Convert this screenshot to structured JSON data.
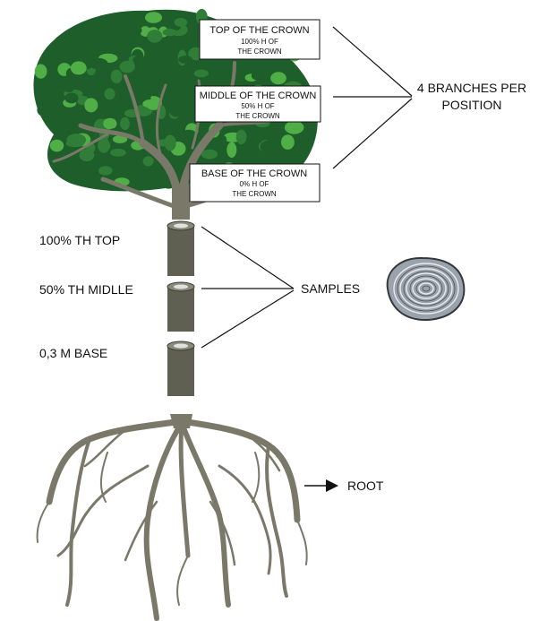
{
  "crown_boxes": [
    {
      "title": "TOP OF THE CROWN",
      "line1": "100% H OF",
      "line2": "THE CROWN"
    },
    {
      "title": "MIDDLE OF THE CROWN",
      "line1": "50% H OF",
      "line2": "THE CROWN"
    },
    {
      "title": "BASE OF THE CROWN",
      "line1": "0% H OF",
      "line2": "THE CROWN"
    }
  ],
  "branches_label": {
    "line1": "4 BRANCHES PER",
    "line2": "POSITION"
  },
  "stem_labels": [
    "100% TH  TOP",
    "50%  TH  MIDLLE",
    "0,3 M     BASE"
  ],
  "samples_label": "SAMPLES",
  "root_label": "ROOT",
  "icons": [
    "tree-crown",
    "trunk-disc-icon",
    "wood-cross-section-icon",
    "root-system",
    "arrow-right-icon"
  ],
  "colors": {
    "leaf_dark": "#1e5e2a",
    "leaf_mid": "#2f7d36",
    "leaf_light": "#4fae45",
    "wood": "#7a7868",
    "disc": "#5f5f52",
    "ring": "#b8c2cc"
  }
}
